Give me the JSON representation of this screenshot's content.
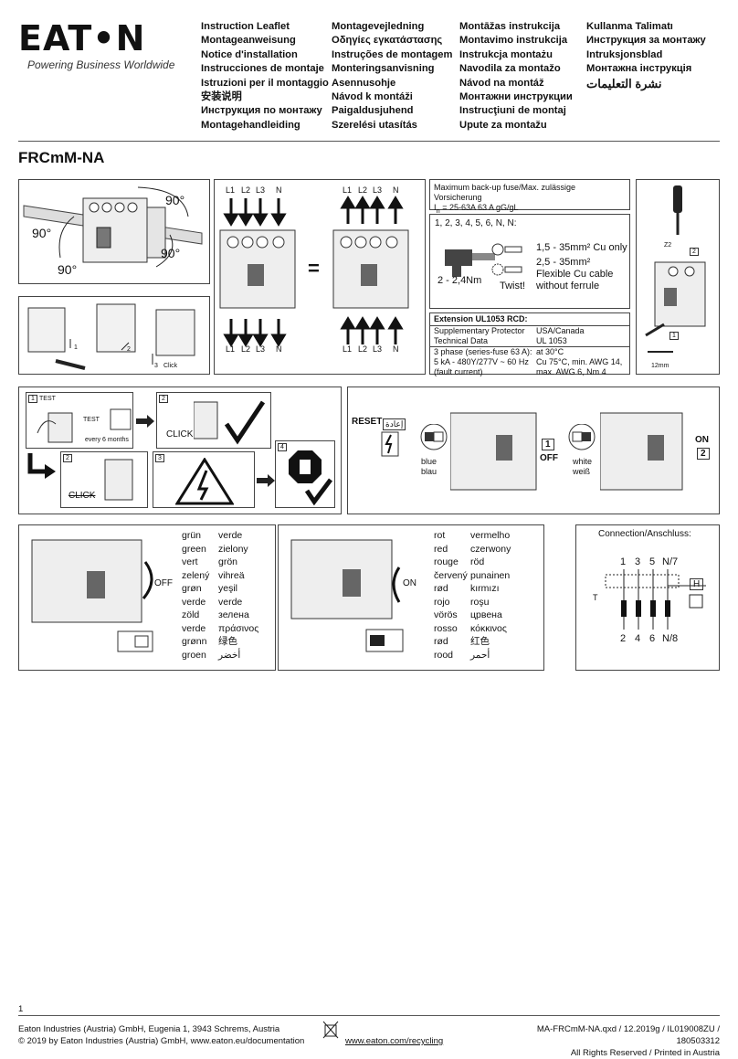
{
  "brand": {
    "logo": "EAT•N",
    "tagline": "Powering Business Worldwide"
  },
  "titles": {
    "col1": [
      "Instruction Leaflet",
      "Montageanweisung",
      "Notice d'installation",
      "Instrucciones de montaje",
      "Istruzioni per il montaggio",
      "安装说明",
      "Инструкция по монтажу",
      "Montagehandleiding"
    ],
    "col2": [
      "Montagevejledning",
      "Οδηγίες εγκατάστασης",
      "Instruções de montagem",
      "Monteringsanvisning",
      "Asennusohje",
      "Návod k montáži",
      "Paigaldusjuhend",
      "Szerelési utasítás"
    ],
    "col3": [
      "Montāžas instrukcija",
      "Montavimo instrukcija",
      "Instrukcja montażu",
      "Navodila za montažo",
      "Návod na montáž",
      "Монтажни инструкции",
      "Instrucţiuni de montaj",
      "Upute za montažu"
    ],
    "col4": [
      "Kullanma Talimatı",
      "Инструкция за монтажу",
      "Intruksjonsblad",
      "Монтажна інструкція",
      "نشرة التعليمات"
    ]
  },
  "model": "FRCmM-NA",
  "mount": {
    "angle1": "90°",
    "angle2": "90°",
    "angle3": "90°",
    "angle4": "90°",
    "click": "Click",
    "step1": "1",
    "step2": "2",
    "step3": "3"
  },
  "wiring": {
    "top_labels": [
      "L1",
      "L2",
      "L3",
      "N"
    ],
    "bottom_labels": [
      "L1",
      "L2",
      "L3",
      "N"
    ],
    "top_labels_right": [
      "L1",
      "L2",
      "L3",
      "N"
    ],
    "bottom_labels_right": [
      "L1",
      "L2",
      "L3",
      "N"
    ],
    "equals": "="
  },
  "fuse": {
    "heading": "Maximum back-up fuse/Max. zulässige Vorsicherung",
    "in_label": "I",
    "in_sub": "n",
    "in_value": "= 25-63A    63 A gG/gL"
  },
  "terminals": {
    "title": "1, 2, 3, 4, 5, 6, N, N:",
    "solid": "1,5 - 35mm² Cu only",
    "flex1": "2,5 - 35mm²",
    "flex2": "Flexible Cu cable",
    "flex3": "without ferrule",
    "torque": "2 - 2,4Nm",
    "twist": "Twist!"
  },
  "ul": {
    "heading": "Extension UL1053 RCD:",
    "rows": [
      [
        "Supplementary Protector",
        "USA/Canada"
      ],
      [
        "Technical Data",
        "UL 1053"
      ],
      [
        "3 phase (series-fuse 63 A):",
        "at 30°C"
      ],
      [
        "5 kA - 480Y/277V ~ 60 Hz",
        "Cu 75°C, min. AWG 14,"
      ],
      [
        "(fault current)",
        "max. AWG 6, Nm 4"
      ]
    ]
  },
  "screw": {
    "z2": "Z2",
    "n2": "2",
    "n1": "1",
    "strip": "12mm"
  },
  "test": {
    "s1": "1",
    "test": "TEST",
    "test2": "TEST",
    "every": "every 6 months",
    "s2": "2",
    "click": "CLICK",
    "s2b": "2",
    "click2": "CLICK",
    "s3": "3",
    "s4": "4"
  },
  "reset": {
    "label": "RESET",
    "label_ar": "إعادة",
    "blue1": "blue",
    "blue2": "blau",
    "off_n": "1",
    "off": "OFF",
    "white1": "white",
    "white2": "weiß",
    "on_n": "2",
    "on": "ON"
  },
  "green": {
    "off": "OFF",
    "colors_a": [
      "grün",
      "green",
      "vert",
      "zelený",
      "grøn",
      "verde",
      "zöld",
      "verde",
      "grønn",
      "groen"
    ],
    "colors_b": [
      "verde",
      "zielony",
      "grön",
      "vihreä",
      "yeşil",
      "verde",
      "зелена",
      "πράσινος",
      "绿色",
      "أخضر"
    ]
  },
  "red": {
    "on": "ON",
    "colors_a": [
      "rot",
      "red",
      "rouge",
      "červený",
      "rød",
      "rojo",
      "vörös",
      "rosso",
      "rød",
      "rood"
    ],
    "colors_b": [
      "vermelho",
      "czerwony",
      "röd",
      "punainen",
      "kırmızı",
      "roşu",
      "црвена",
      "κόκκινος",
      "红色",
      "أحمر"
    ]
  },
  "connection": {
    "title": "Connection/Anschluss:",
    "top": [
      "1",
      "3",
      "5",
      "N/7"
    ],
    "bottom": [
      "2",
      "4",
      "6",
      "N/8"
    ],
    "t": "T",
    "h": "H"
  },
  "footer": {
    "page": "1",
    "addr": "Eaton Industries (Austria) GmbH, Eugenia 1, 3943 Schrems, Austria",
    "copy": "© 2019 by Eaton Industries (Austria) GmbH, www.eaton.eu/documentation",
    "recycle": "www.eaton.com/recycling",
    "doc": "MA-FRCmM-NA.qxd / 12.2019g / IL019008ZU / 180503312",
    "rights": "All Rights Reserved / Printed in Austria"
  }
}
